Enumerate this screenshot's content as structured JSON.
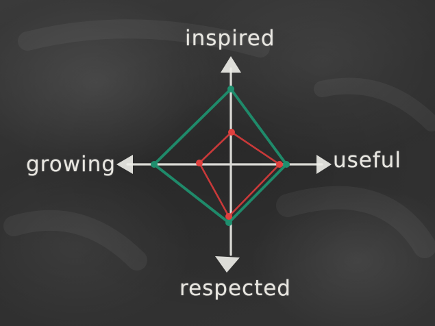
{
  "axes": {
    "top": "inspired",
    "left": "growing",
    "right": "useful",
    "bottom": "respected"
  },
  "colors": {
    "board": "#2f2f2f",
    "chalk": "#f2f0ea",
    "outer_shape": "#1f8f6e",
    "inner_shape": "#d23a3a"
  }
}
